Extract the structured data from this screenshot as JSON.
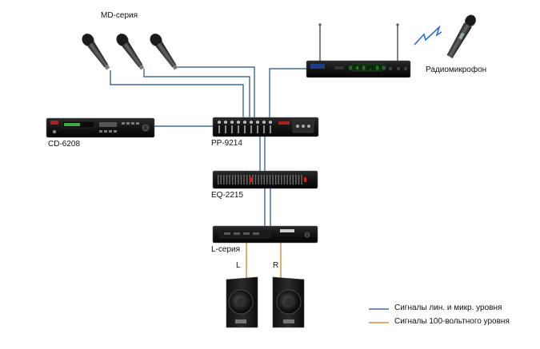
{
  "labels": {
    "md_series": "MD-серия",
    "radio_mic": "Радиомикрофон",
    "cd": "CD-6208",
    "mixer": "PP-9214",
    "eq": "EQ-2215",
    "amp": "L-серия",
    "left": "L",
    "right": "R",
    "tuner_screen": "8 4 8 . 8 0"
  },
  "legend": {
    "blue": "Сигналы лин. и микр. уровня",
    "orange": "Сигналы 100-вольтного уровня"
  },
  "colors": {
    "line_level": "#1f4e8c",
    "high_voltage": "#c8781e",
    "lightning": "#2a6fd6",
    "screen": "#3fbf3f"
  }
}
